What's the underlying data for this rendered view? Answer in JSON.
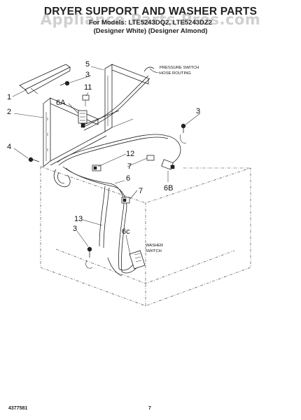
{
  "header": {
    "title": "DRYER SUPPORT AND WASHER PARTS",
    "model_line": "For Models: LTE5243DQ2, LTE5243DZ2",
    "color_line": "(Designer White) (Designer Almond)"
  },
  "watermark": "Appliance Parts Pros.com",
  "callouts": {
    "c1": "1",
    "c2": "2",
    "c3a": "3",
    "c3b": "3",
    "c3c": "3",
    "c4": "4",
    "c5": "5",
    "c6": "6",
    "c6a": "6A",
    "c6b": "6B",
    "c6c": "6c",
    "c7a": "7",
    "c7b": "7",
    "c11": "11",
    "c12": "12",
    "c13": "13"
  },
  "notes": {
    "pressure_line1": "PRESSURE SWITCH",
    "pressure_line2": "HOSE ROUTING",
    "washer_line1": "WASHER",
    "washer_line2": "SWITCH"
  },
  "footer": {
    "doc_number": "4377581",
    "page_number": "7"
  }
}
